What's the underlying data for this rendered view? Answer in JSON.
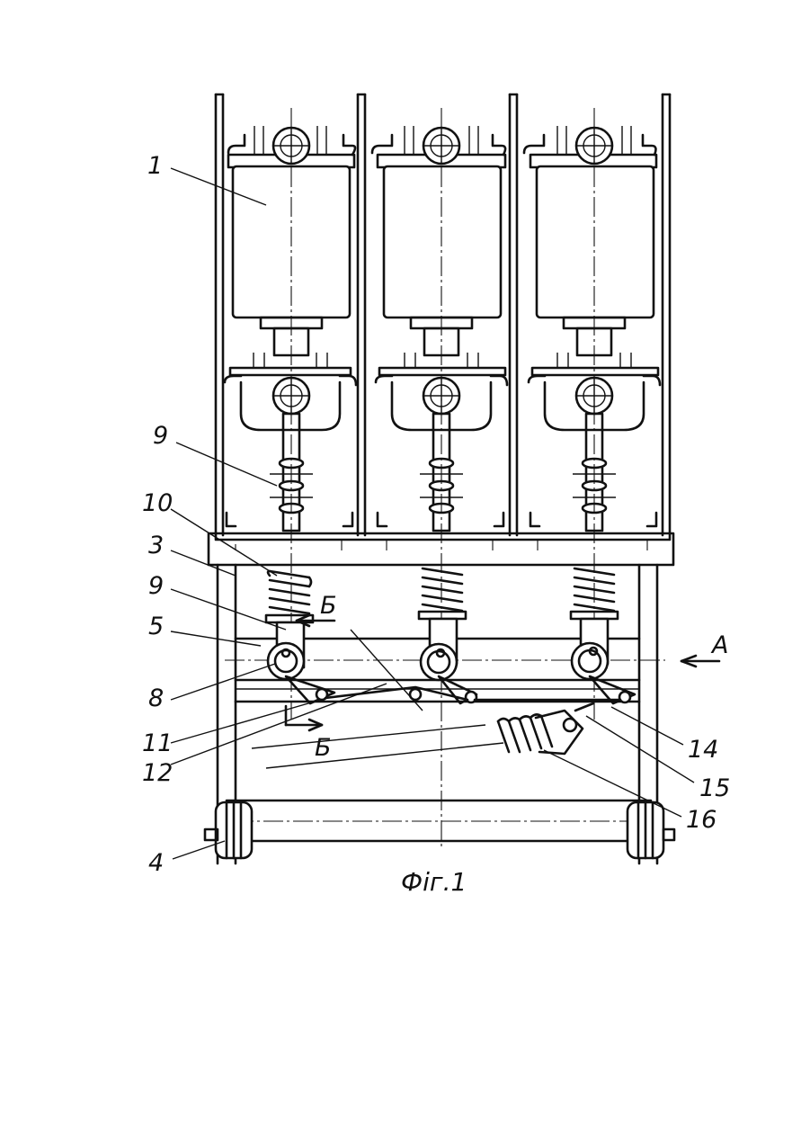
{
  "figure": {
    "caption": "Фіг.1",
    "callouts": {
      "c1": "1",
      "c9a": "9",
      "c10": "10",
      "c3": "3",
      "c9b": "9",
      "c5": "5",
      "c8": "8",
      "c11": "11",
      "c12": "12",
      "c4": "4",
      "c14": "14",
      "c15": "15",
      "c16": "16"
    },
    "view_markers": {
      "arrow_a": "А",
      "section_b_top": "Б",
      "section_b_bottom": "Б"
    }
  },
  "colors": {
    "ink": "#111111",
    "paper": "#ffffff"
  }
}
